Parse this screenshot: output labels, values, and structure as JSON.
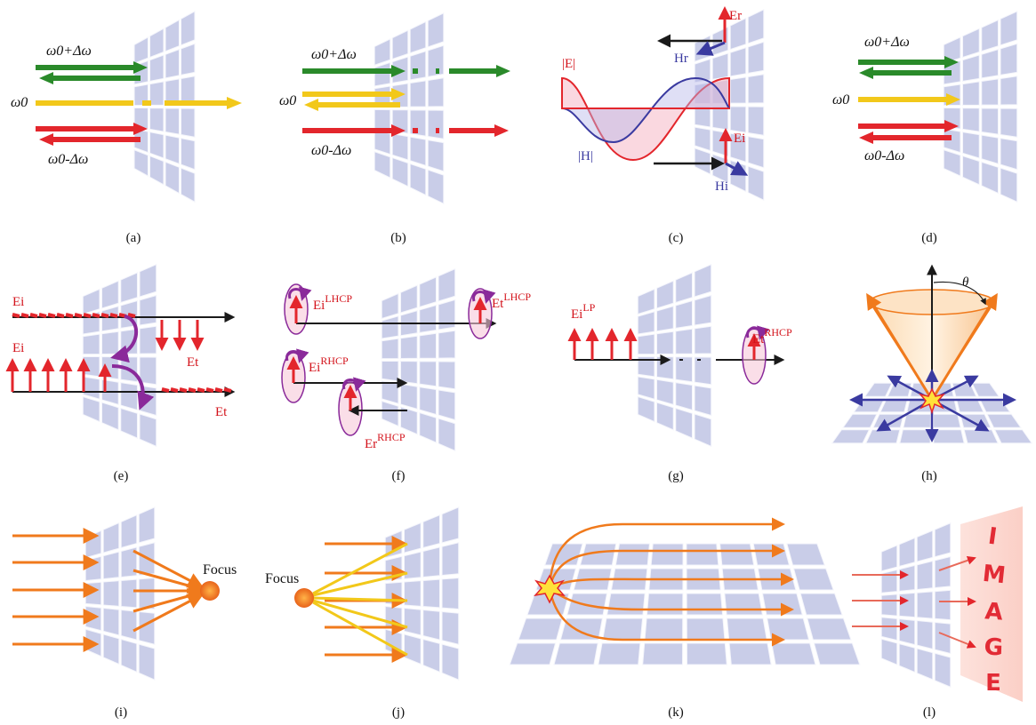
{
  "panels": [
    {
      "caption": "(a)",
      "labels": {
        "upper": "ω0+Δω",
        "mid": "ω0",
        "lower": "ω0-Δω"
      }
    },
    {
      "caption": "(b)",
      "labels": {
        "upper": "ω0+Δω",
        "mid": "ω0",
        "lower": "ω0-Δω"
      }
    },
    {
      "caption": "(c)",
      "labels": {
        "E_amp": "|E|",
        "H_amp": "|H|",
        "Er": "Er",
        "Hr": "Hr",
        "Ei": "Ei",
        "Hi": "Hi"
      }
    },
    {
      "caption": "(d)",
      "labels": {
        "upper": "ω0+Δω",
        "mid": "ω0",
        "lower": "ω0-Δω"
      }
    },
    {
      "caption": "(e)",
      "labels": {
        "Ei_top": "Ei",
        "Ei_bottom": "Ei",
        "Et_top": "Et",
        "Et_bottom": "Et"
      }
    },
    {
      "caption": "(f)",
      "labels": {
        "Ei_lhcp": "Ei",
        "lhcp_sup": "LHCP",
        "Et_lhcp": "Et",
        "Et_lhcp_sup": "LHCP",
        "Ei_rhcp": "Ei",
        "rhcp_sup": "RHCP",
        "Er_rhcp": "Er",
        "Er_rhcp_sup": "RHCP"
      }
    },
    {
      "caption": "(g)",
      "labels": {
        "Ei_lp": "Ei",
        "lp_sup": "LP",
        "Et_rhcp": "Et",
        "Et_rhcp_sup": "RHCP"
      }
    },
    {
      "caption": "(h)",
      "labels": {
        "theta": "θ"
      }
    },
    {
      "caption": "(i)",
      "labels": {
        "focus": "Focus"
      }
    },
    {
      "caption": "(j)",
      "labels": {
        "focus": "Focus"
      }
    },
    {
      "caption": "(k)",
      "labels": {}
    },
    {
      "caption": "(l)",
      "labels": {
        "image_letters": [
          "I",
          "M",
          "A",
          "G",
          "E"
        ]
      }
    }
  ],
  "colors": {
    "green": "#2a8a2a",
    "yellow": "#f2c81a",
    "red": "#e3262c",
    "orange": "#f07a1c",
    "purple": "#8a2a9a",
    "blue": "#3a3aa0",
    "black": "#1a1a1a",
    "tile": "#c9cde8",
    "tile_edge": "#f4f5fb"
  }
}
